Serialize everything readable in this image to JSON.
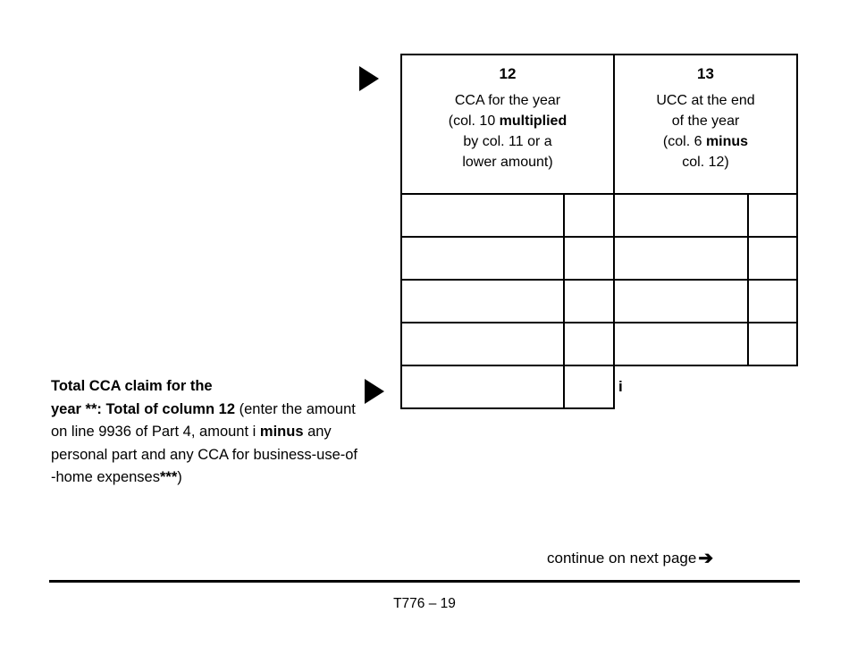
{
  "document": {
    "form_id": "T776 – 19",
    "continue_text": "continue on next page",
    "continue_arrow": "➔"
  },
  "table": {
    "columns": [
      {
        "number": "12",
        "title_line1": "CCA for the year",
        "title_line2_pre": "(col. 10 ",
        "title_line2_bold": "multiplied",
        "title_line3": "by col. 11 or a",
        "title_line4": "lower amount)"
      },
      {
        "number": "13",
        "title_line1": "UCC at the end",
        "title_line2": "of the year",
        "title_line3_pre": "(col. 6 ",
        "title_line3_bold": "minus",
        "title_line4": "col. 12)"
      }
    ],
    "rows": [
      {
        "col12_dollars": "",
        "col12_cents": "",
        "col13_dollars": "",
        "col13_cents": ""
      },
      {
        "col12_dollars": "",
        "col12_cents": "",
        "col13_dollars": "",
        "col13_cents": ""
      },
      {
        "col12_dollars": "",
        "col12_cents": "",
        "col13_dollars": "",
        "col13_cents": ""
      },
      {
        "col12_dollars": "",
        "col12_cents": "",
        "col13_dollars": "",
        "col13_cents": ""
      }
    ],
    "total_row": {
      "col12_dollars": "",
      "col12_cents": ""
    },
    "amount_marker": "i"
  },
  "total_note": {
    "bold_line1": "Total CCA claim for the",
    "bold_line2": "year **: Total of column 12",
    "rest_part1": "(enter the amount on line 9936 of Part 4, amount i ",
    "rest_bold": "minus",
    "rest_part2": " any personal part and any CCA for business-use-of -home expenses",
    "rest_bold2": "***",
    "rest_part3": ")"
  }
}
